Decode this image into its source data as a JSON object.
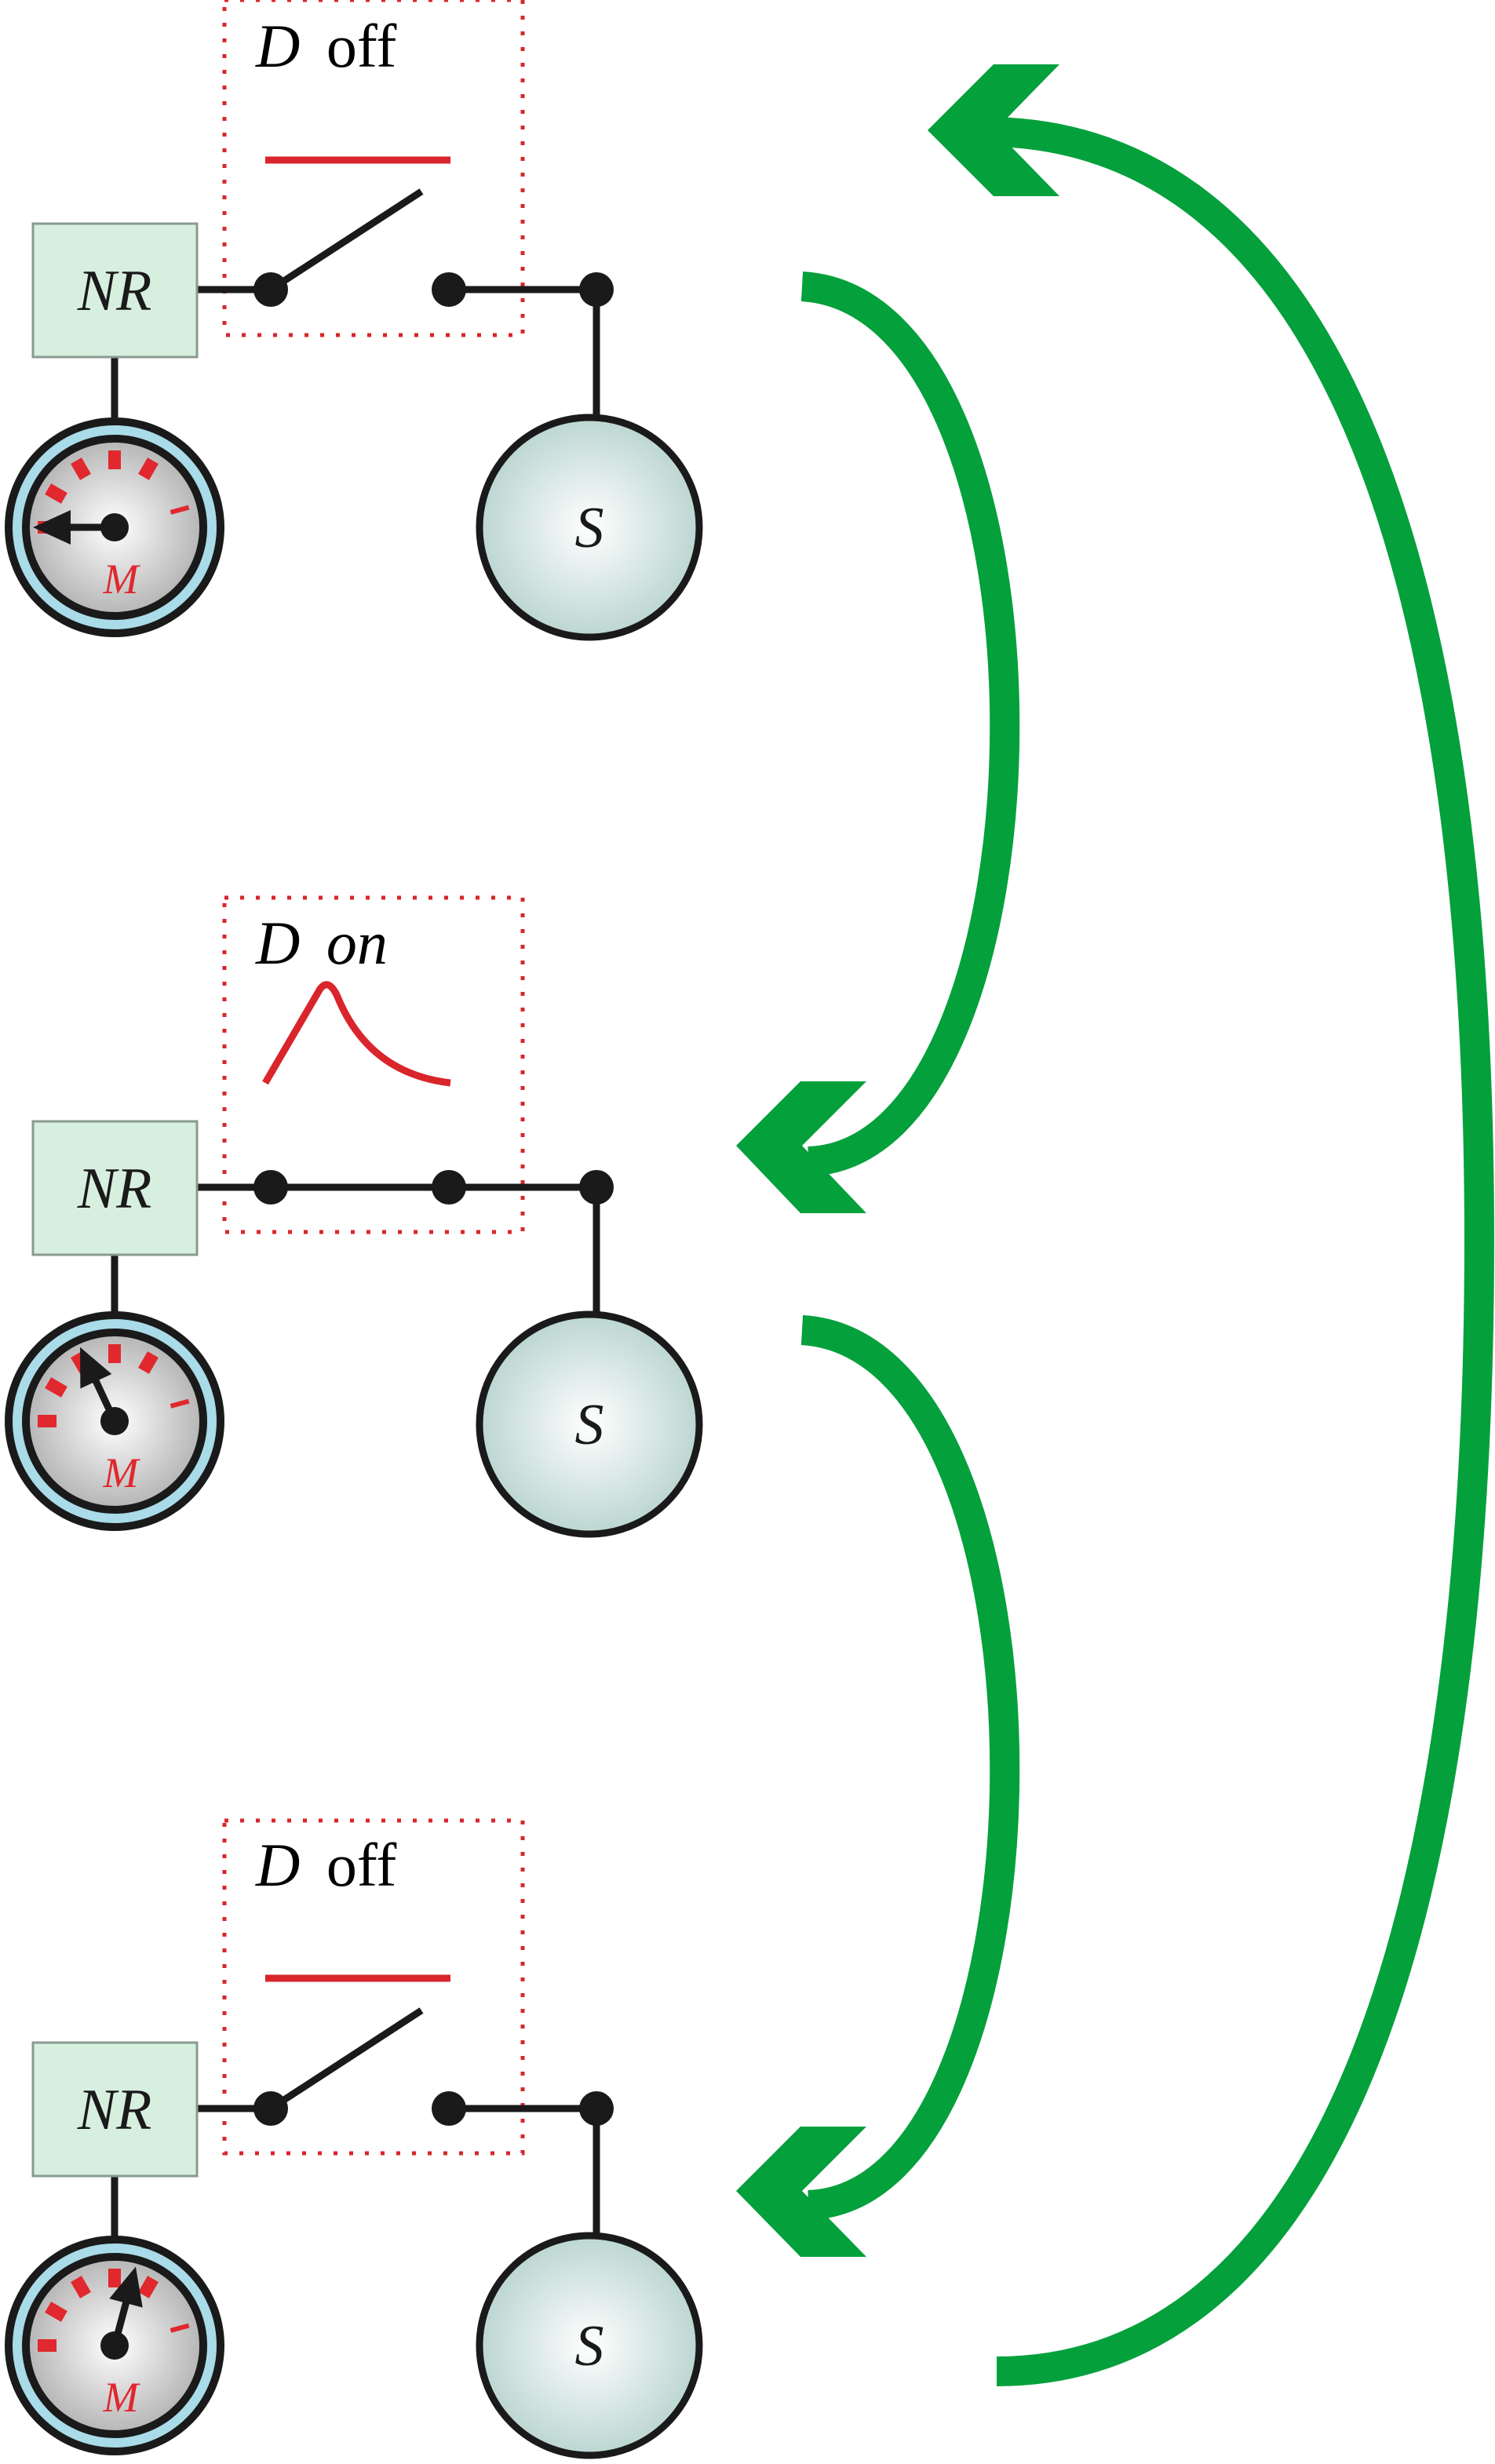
{
  "colors": {
    "wire": "#1a1a1a",
    "green_arrow": "#04a03c",
    "dotted_box": "#d9252b",
    "signal": "#d9252b",
    "nr_fill": "#d7efdf",
    "nr_stroke": "#8a9a90",
    "meter_ring": "#a9dbe8",
    "s_fill": "#cfe3e0",
    "meter_ticks": "#e0282e"
  },
  "panels": [
    {
      "box_label_letter": "D",
      "box_label_state": "off",
      "state_italic": false,
      "signal": "flat",
      "switch": "open",
      "nr_label": "NR",
      "meter_label": "M",
      "meter_needle": "left",
      "s_label": "S"
    },
    {
      "box_label_letter": "D",
      "box_label_state": "on",
      "state_italic": true,
      "signal": "pulse",
      "switch": "closed",
      "nr_label": "NR",
      "meter_label": "M",
      "meter_needle": "up-left",
      "s_label": "S"
    },
    {
      "box_label_letter": "D",
      "box_label_state": "off",
      "state_italic": false,
      "signal": "flat",
      "switch": "open",
      "nr_label": "NR",
      "meter_label": "M",
      "meter_needle": "up-right",
      "s_label": "S"
    }
  ],
  "arrows": [
    {
      "from_panel": 1,
      "to_panel": 2,
      "shape": "curve"
    },
    {
      "from_panel": 2,
      "to_panel": 3,
      "shape": "curve"
    },
    {
      "from_panel": 3,
      "to_panel": 1,
      "shape": "curve"
    }
  ]
}
